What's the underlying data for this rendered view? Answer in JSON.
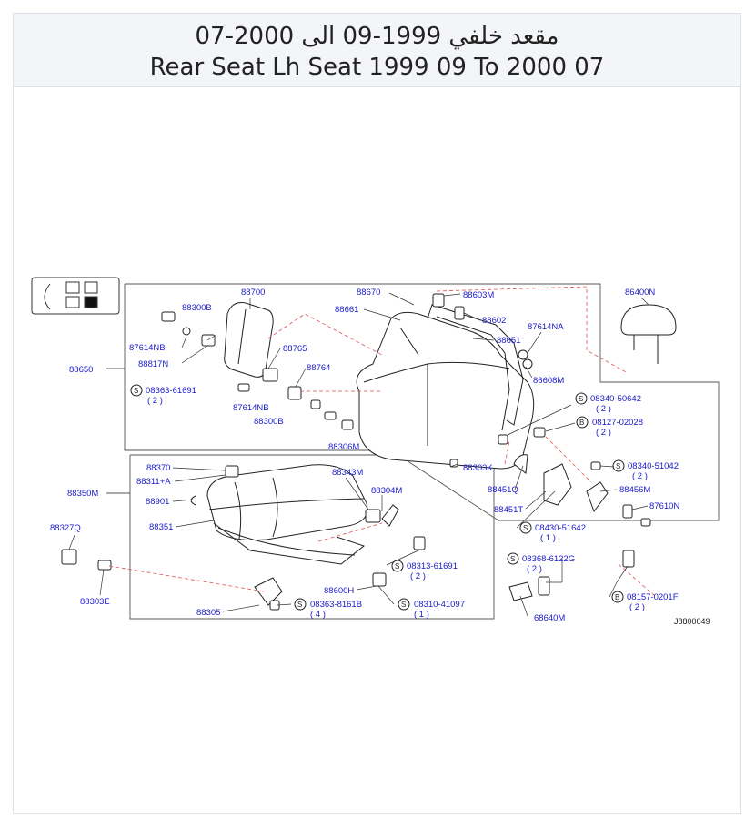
{
  "header": {
    "title_ar": "مقعد خلفي 1999-09 الى 2000-07",
    "title_en": "Rear Seat Lh Seat 1999 09 To 2000 07"
  },
  "diagram": {
    "code": "J8800049",
    "link_color": "#1a1acc",
    "labels": {
      "l88700": "88700",
      "l88670": "88670",
      "l88603M": "88603M",
      "l86400N": "86400N",
      "l88300B_a": "88300B",
      "l88661": "88661",
      "l88602": "88602",
      "l87614NA": "87614NA",
      "l88651": "88651",
      "l87614NB_a": "87614NB",
      "l88765": "88765",
      "l88817N": "88817N",
      "l88764": "88764",
      "l86608M": "86608M",
      "l88650": "88650",
      "l08363_61691": "08363-61691",
      "q08363_61691": "( 2 )",
      "l08340_50642": "08340-50642",
      "q08340_50642": "( 2 )",
      "l87614NB_b": "87614NB",
      "l88300B_b": "88300B",
      "l08127_02028": "08127-02028",
      "q08127_02028": "( 2 )",
      "l88306M": "88306M",
      "l88370": "88370",
      "l88303K": "88303K",
      "l08340_51042": "08340-51042",
      "q08340_51042": "( 2 )",
      "l88311A": "88311+A",
      "l88343M": "88343M",
      "l88451Q": "88451Q",
      "l88456M": "88456M",
      "l88350M": "88350M",
      "l88304M": "88304M",
      "l88901": "88901",
      "l88451T": "88451T",
      "l87610N": "87610N",
      "l88327Q": "88327Q",
      "l88351": "88351",
      "l08430_51642": "08430-51642",
      "q08430_51642": "( 1 )",
      "l08368_6122G": "08368-6122G",
      "q08368_6122G": "( 2 )",
      "l08313_61691": "08313-61691",
      "q08313_61691": "( 2 )",
      "l88303E": "88303E",
      "l88600H": "88600H",
      "l08157_0201F": "08157-0201F",
      "q08157_0201F": "( 2 )",
      "l88305": "88305",
      "l08363_8161B": "08363-8161B",
      "q08363_8161B": "( 4 )",
      "l08310_41097": "08310-41097",
      "q08310_41097": "( 1 )",
      "l68640M": "68640M",
      "sym_s": "S",
      "sym_b": "B"
    }
  }
}
